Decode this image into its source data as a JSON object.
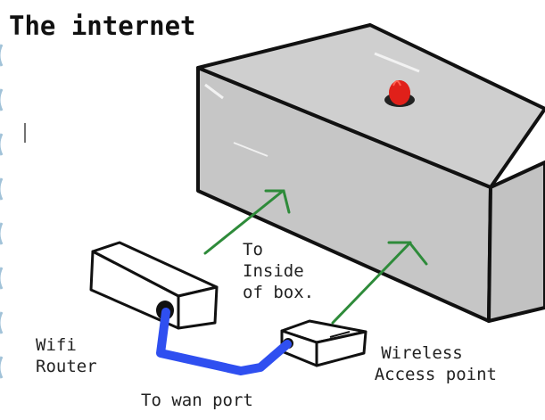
{
  "title": "The internet",
  "labels": {
    "inside_box": [
      "To",
      "Inside",
      "of box."
    ],
    "wifi_router": [
      "Wifi",
      "Router"
    ],
    "wan_port": "To wan port",
    "access_point": [
      "Wireless",
      "Access point"
    ]
  },
  "colors": {
    "box_fill": "#c8c8c8",
    "outline": "#111111",
    "cable": "#2f4ff0",
    "arrow": "#2e8b3a",
    "light": "#e0201a"
  },
  "icons": [
    "red-light-icon"
  ]
}
